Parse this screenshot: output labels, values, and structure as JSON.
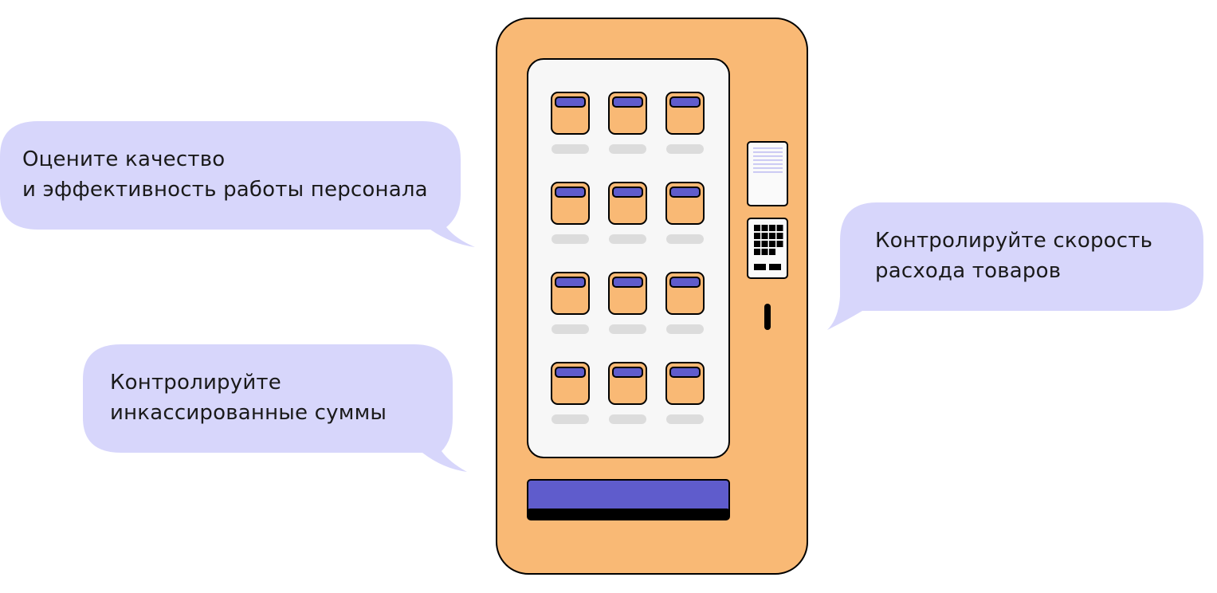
{
  "bubbles": {
    "staff": {
      "line1": "Оцените качество",
      "line2": "и эффективность работы персонала"
    },
    "cash": {
      "line1": "Контролируйте",
      "line2": "инкассированные суммы"
    },
    "stock": {
      "line1": "Контролируйте скорость",
      "line2": "расхода товаров"
    }
  },
  "colors": {
    "bubble_fill": "#d7d6fb",
    "machine_body": "#f9b975",
    "outline": "#000000",
    "window": "#f7f7f7",
    "product_label": "#5f5ccc",
    "shelf_price": "#dcdcdc",
    "tray": "#5f5ccc",
    "receipt_lines": "#c7c5f3"
  },
  "machine": {
    "product_grid": {
      "rows": 4,
      "cols": 3
    },
    "keypad": {
      "rows": 4,
      "cols": 4
    }
  }
}
